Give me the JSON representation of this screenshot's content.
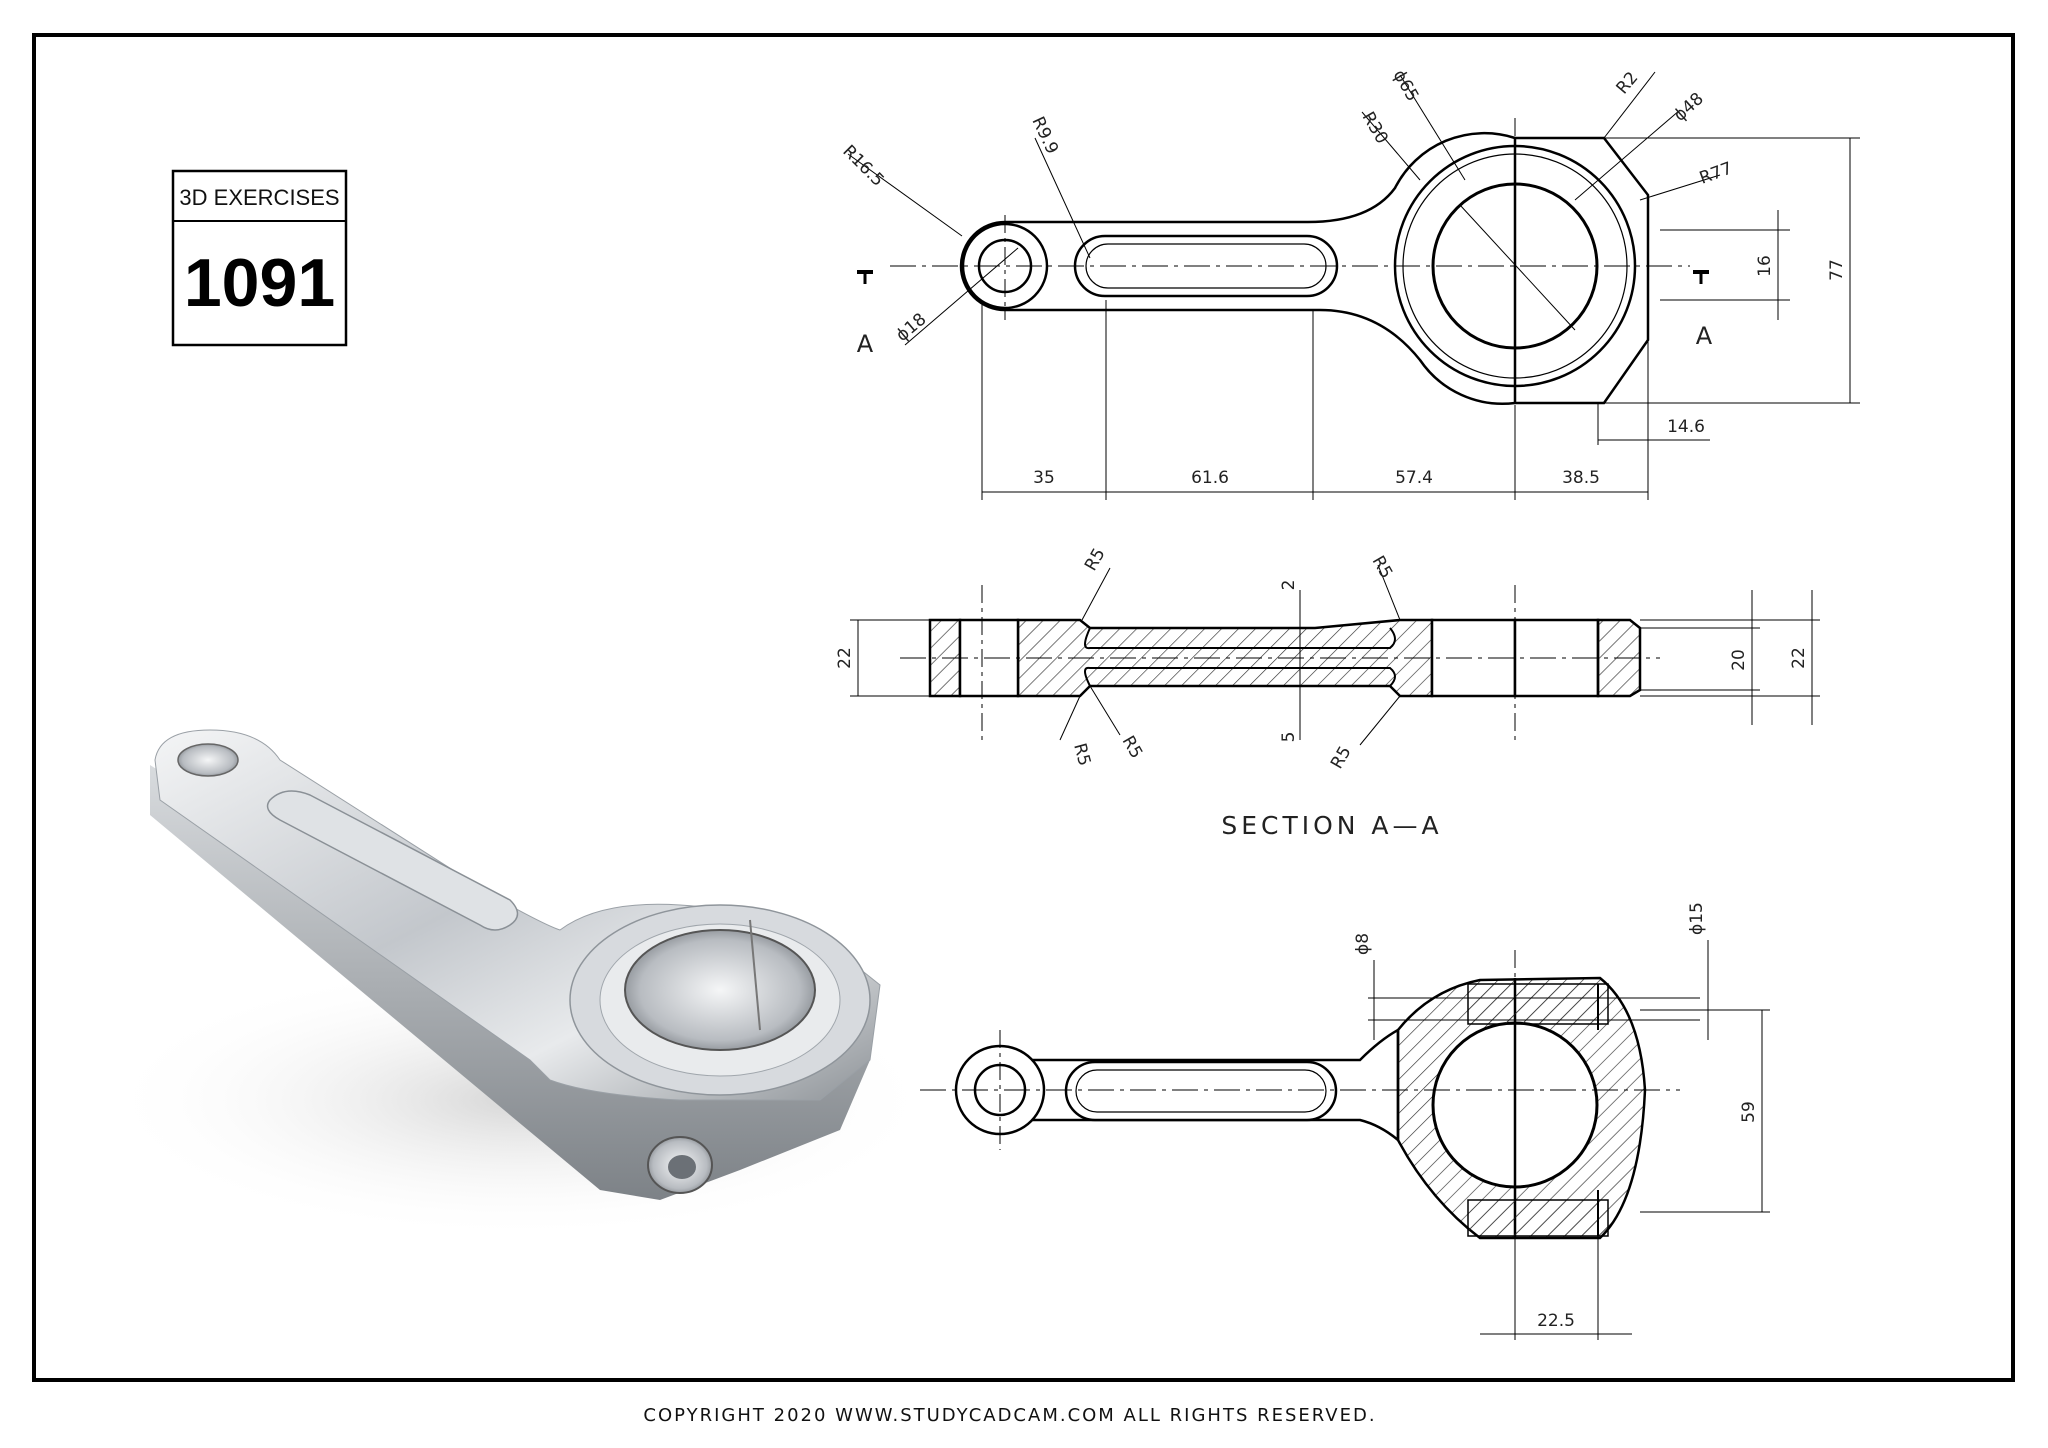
{
  "badge": {
    "label": "3D EXERCISES",
    "number": "1091"
  },
  "top_view": {
    "radius_labels": [
      "R16.5",
      "R9.9",
      "R30",
      "ϕ65",
      "R2",
      "ϕ48",
      "R77",
      "ϕ18"
    ],
    "dims": {
      "d35": "35",
      "d616": "61.6",
      "d574": "57.4",
      "d385": "38.5",
      "d146": "14.6",
      "d16": "16",
      "d77": "77"
    },
    "section_marker": "A"
  },
  "section_view": {
    "title": "SECTION A—A",
    "labels": {
      "r5_top_left": "R5",
      "r5_top_right": "R5",
      "r5_bot_a": "R5",
      "r5_bot_b": "R5",
      "r5_bot_right": "R5",
      "d2": "2",
      "d5": "5",
      "d22_left": "22",
      "d20": "20",
      "d22_right": "22"
    }
  },
  "bottom_view": {
    "labels": {
      "phi8": "ϕ8",
      "phi15": "ϕ15",
      "d59": "59",
      "d225": "22.5"
    }
  },
  "footer": {
    "copyright": "COPYRIGHT   2020 WWW.STUDYCADCAM.COM ALL RIGHTS RESERVED."
  },
  "colors": {
    "line": "#000000",
    "background": "#ffffff",
    "metal": "#c9cdd2"
  }
}
